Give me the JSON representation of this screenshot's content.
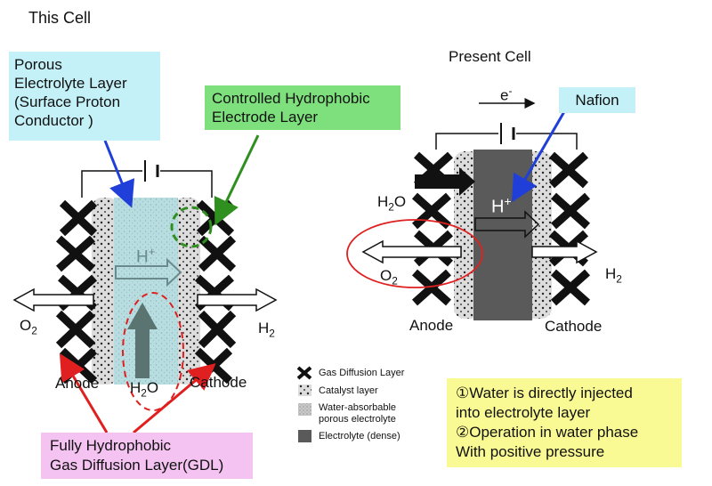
{
  "titles": {
    "left": "This Cell",
    "right": "Present Cell"
  },
  "callouts": {
    "porous_line1": "Porous",
    "porous_line2": "Electrolyte Layer",
    "porous_line3": "(Surface Proton",
    "porous_line4": "Conductor )",
    "hydrophobic_line1": "Controlled Hydrophobic",
    "hydrophobic_line2": "Electrode Layer",
    "nafion": "Nafion",
    "gdl_line1": "Fully Hydrophobic",
    "gdl_line2": "Gas Diffusion Layer(GDL)"
  },
  "left_cell": {
    "hplus": "H",
    "hplus_sup": "+",
    "o2": "O",
    "o2_sub": "2",
    "h2": "H",
    "h2_sub": "2",
    "h2o": "H",
    "h2o_sub": "2",
    "h2o_end": "O",
    "anode": "Anode",
    "cathode": "Cathode"
  },
  "right_cell": {
    "electron": "e",
    "electron_sup": "-",
    "h2o": "H",
    "h2o_sub": "2",
    "h2o_end": "O",
    "hplus": "H",
    "hplus_sup": "+",
    "o2": "O",
    "o2_sub": "2",
    "h2": "H",
    "h2_sub": "2",
    "anode": "Anode",
    "cathode": "Cathode"
  },
  "legend": {
    "gdl": "Gas Diffusion Layer",
    "catalyst": "Catalyst layer",
    "water_line1": "Water-absorbable",
    "water_line2": "porous electrolyte",
    "dense": "Electrolyte (dense)"
  },
  "notes": {
    "line1": "①Water is directly injected",
    "line2": "into electrolyte layer",
    "line3": "②Operation in water phase",
    "line4": "With positive pressure"
  },
  "colors": {
    "blue_arrow": "#1f3fd8",
    "green_arrow": "#2f8f1f",
    "red_arrow": "#e02020",
    "cyan_box": "#c4f0f7",
    "green_box": "#7ee07c",
    "pink_box": "#f5c3f2",
    "yellow_box": "#fafa94",
    "dense_electrolyte": "#5a5a5a",
    "porous_electrolyte": "#b7dcde"
  }
}
